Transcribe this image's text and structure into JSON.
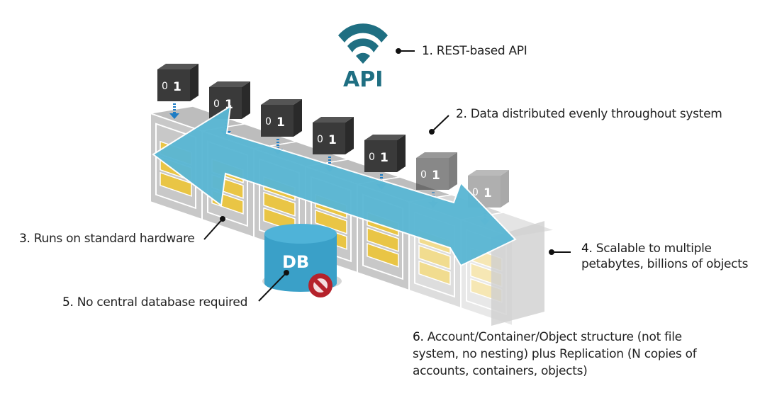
{
  "title": "Object Storage Architecture",
  "api": {
    "icon": "wifi-signal-icon",
    "label": "API",
    "color": "#1f6f82"
  },
  "callouts": [
    {
      "number": "1.",
      "text": "REST-based API"
    },
    {
      "number": "2.",
      "text": "Data distributed evenly throughout system"
    },
    {
      "number": "3.",
      "text": "Runs on standard hardware"
    },
    {
      "number": "4.",
      "lines": [
        "Scalable to multiple",
        "petabytes, billions of objects"
      ]
    },
    {
      "number": "5.",
      "text": "No central database required"
    },
    {
      "number": "6.",
      "lines": [
        "Account/Container/Object structure (not file",
        "system, no nesting) plus Replication (N copies of",
        "accounts, containers, objects)"
      ]
    }
  ],
  "data_blocks": {
    "bit_labels": [
      "0",
      "1"
    ],
    "count": 7
  },
  "database": {
    "label": "DB",
    "status_icon": "prohibited-icon",
    "color": "#3aa0c8",
    "prohibited_color": "#b5222b"
  },
  "colors": {
    "arrow": "#5bb7d4",
    "server": "#c8c8c8",
    "drawer": "#e9c545",
    "cube": "#3a3a3a",
    "drop_arrow": "#1e7cc4"
  }
}
